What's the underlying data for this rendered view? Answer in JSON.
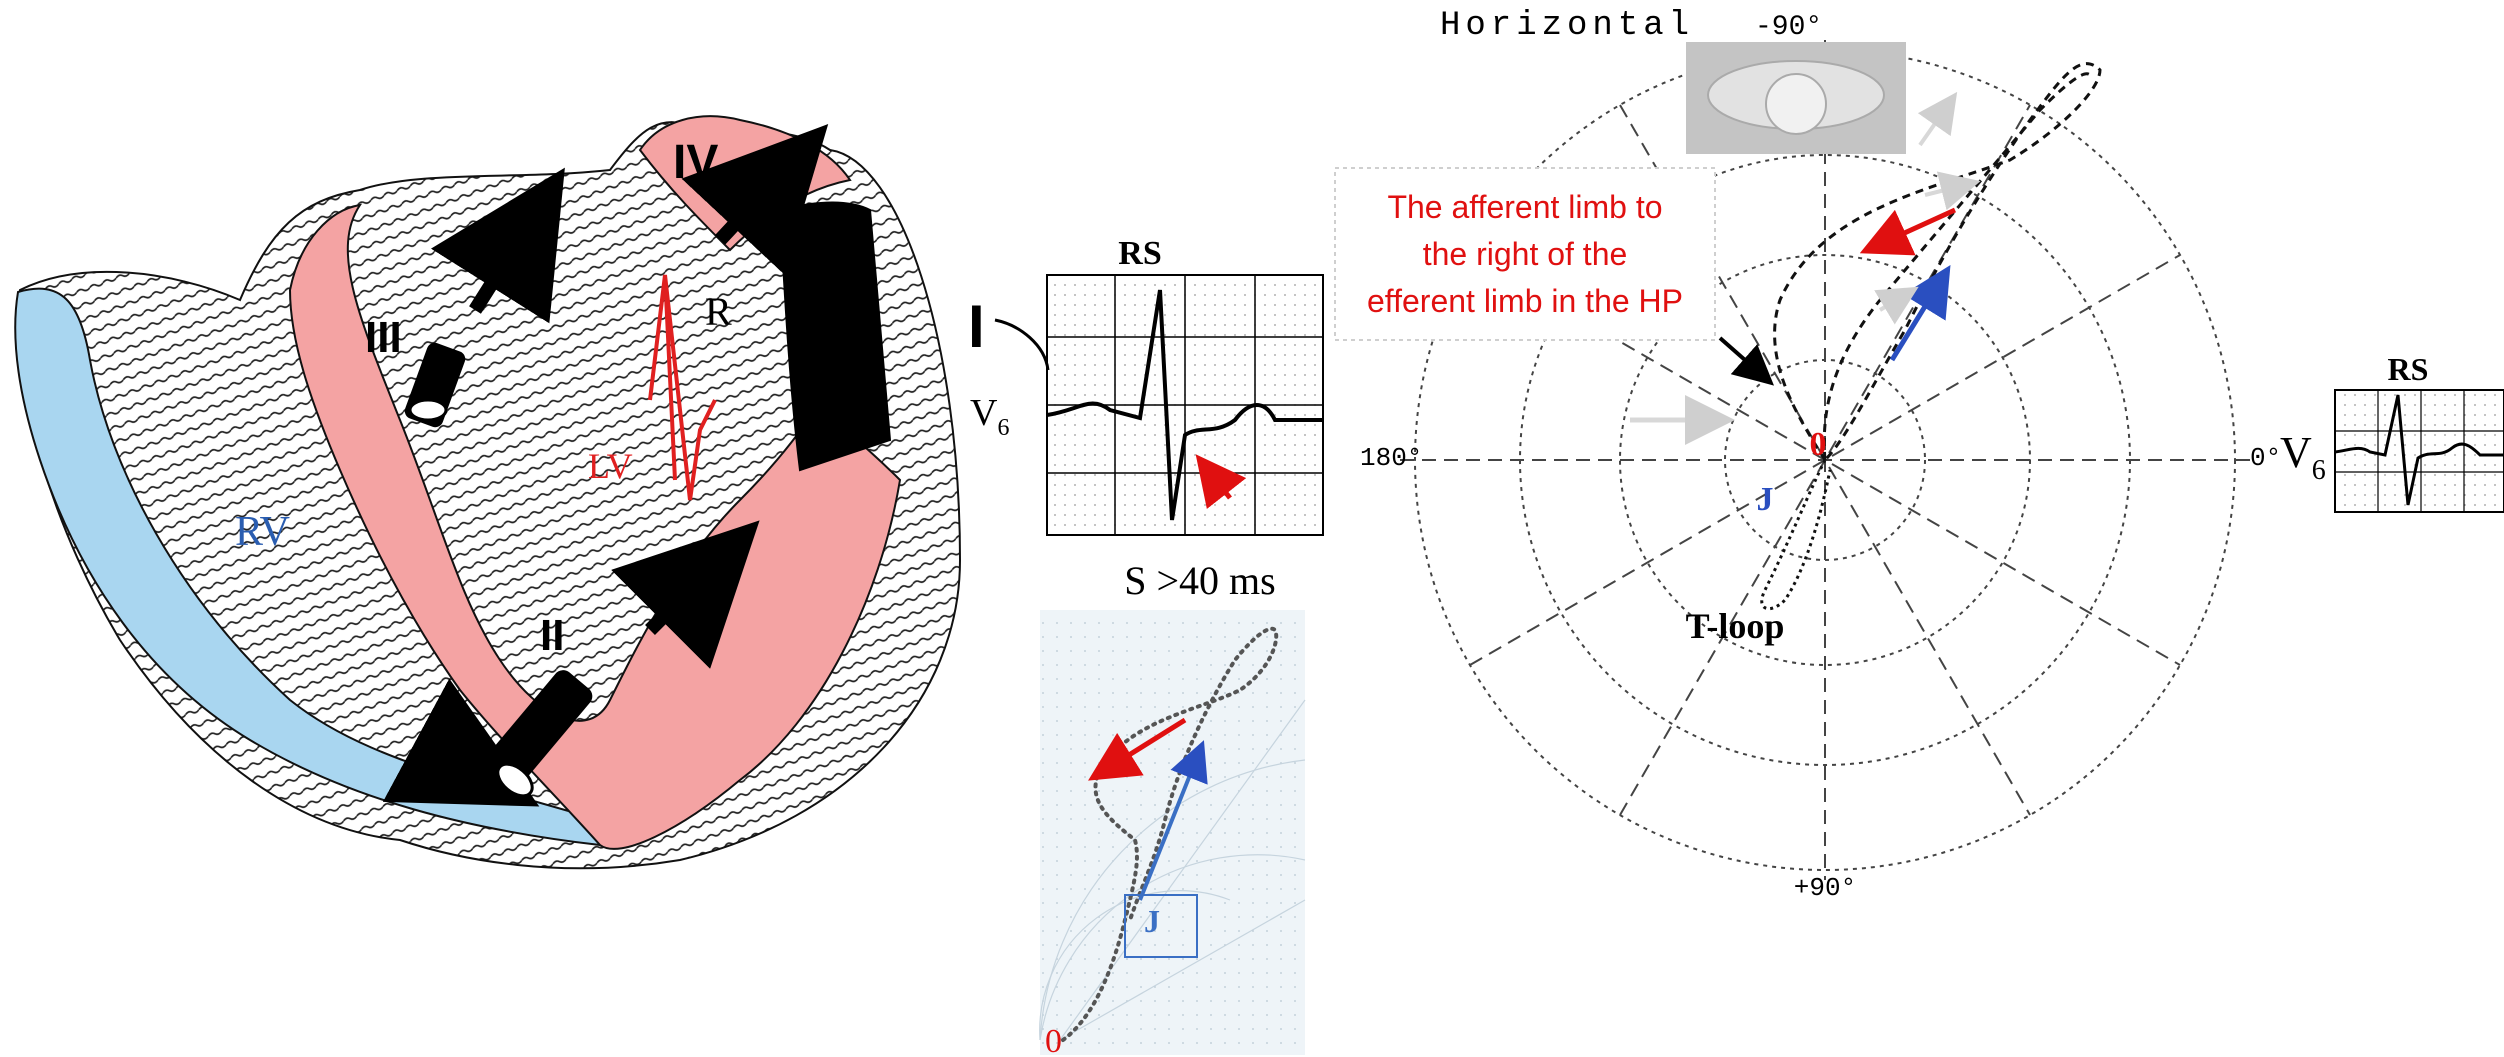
{
  "heart": {
    "labels": {
      "rv": "RV",
      "lv": "LV",
      "r": "R",
      "seg_i": "I",
      "seg_ii": "II",
      "seg_iii": "III",
      "seg_iv": "IV"
    },
    "colors": {
      "rv_fill": "#a9d6f0",
      "lv_fill": "#f4a3a3",
      "scar": "#000000",
      "rv_text": "#2a5db0",
      "lv_text": "#e02020"
    }
  },
  "ecg_small": {
    "title": "RS",
    "lead_symbol": "I",
    "lead_label": "V",
    "lead_sub": "6",
    "duration_note": "S >40 ms"
  },
  "vcg_small": {
    "origin_label": "0",
    "j_label": "J"
  },
  "polar": {
    "title": "Horizontal",
    "top_angle": "-90°",
    "bottom_angle": "+90°",
    "left_angle": "180°",
    "right_angle": "0°",
    "origin_label": "0",
    "j_label": "J",
    "t_loop_label": "T-loop",
    "annotation": [
      "The afferent limb to",
      "the right of the",
      "efferent limb in the HP"
    ],
    "colors": {
      "annotation": "#e01010",
      "j": "#2a4fc0",
      "origin": "#e01010"
    }
  },
  "ecg_right": {
    "title": "RS",
    "lead_label": "V",
    "lead_sub": "6"
  }
}
